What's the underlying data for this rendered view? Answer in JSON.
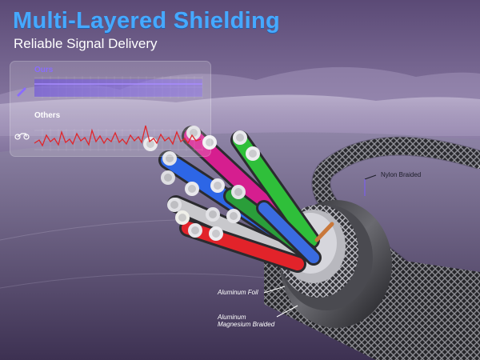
{
  "headline": {
    "title": "Multi-Layered Shielding",
    "subtitle": "Reliable Signal Delivery"
  },
  "comparison": {
    "ours_label": "Ours",
    "others_label": "Others",
    "ours_icon": "rocket-icon",
    "others_icon": "motorcycle-icon",
    "ours_color": "#7b5cff",
    "others_color": "#e0262b"
  },
  "callouts": {
    "nylon": "Nylon Braided",
    "foil": "Aluminum Foil",
    "amb_line1": "Aluminum",
    "amb_line2": "Magnesium Braided"
  }
}
